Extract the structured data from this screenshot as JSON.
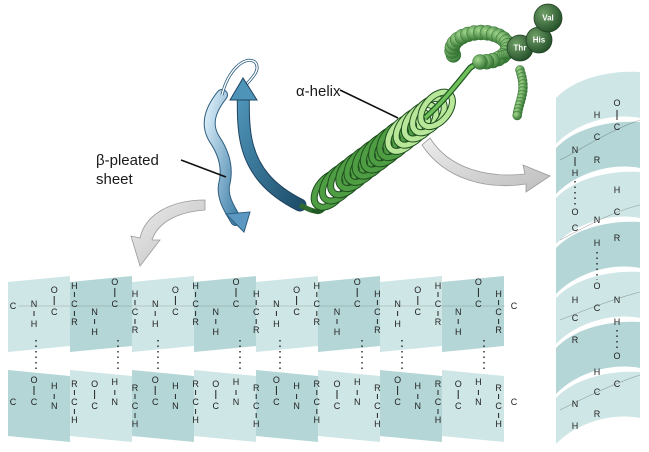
{
  "labels": {
    "alpha_helix": "α-helix",
    "beta_sheet_line1": "β-pleated",
    "beta_sheet_line2": "sheet"
  },
  "amino_acids": [
    "Val",
    "His",
    "Thr"
  ],
  "atoms": {
    "carbon": "C",
    "nitrogen": "N",
    "oxygen": "O",
    "hydrogen": "H",
    "side_chain": "R"
  },
  "colors": {
    "sheet_band": "#cfe6e6",
    "sheet_band_dark": "#b4d6d6",
    "helix_green": "#3f8f3a",
    "helix_light": "#8fd07a",
    "beta_blue": "#7fb6d8",
    "arrow_gray": "#cfcfcf"
  }
}
